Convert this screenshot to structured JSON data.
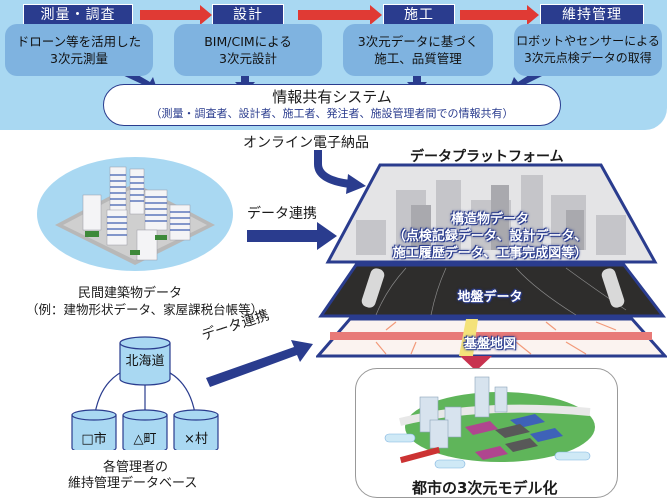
{
  "stages": [
    {
      "label": "測量・調査",
      "desc_line1": "ドローン等を活用した",
      "desc_line2": "3次元測量"
    },
    {
      "label": "設計",
      "desc_line1": "BIM/CIMによる",
      "desc_line2": "3次元設計"
    },
    {
      "label": "施工",
      "desc_line1": "3次元データに基づく",
      "desc_line2": "施工、品質管理"
    },
    {
      "label": "維持管理",
      "desc_line1": "ロボットやセンサーによる",
      "desc_line2": "3次元点検データの取得"
    }
  ],
  "info_system": {
    "title": "情報共有システム",
    "subtitle": "（測量・調査者、設計者、施工者、発注者、施設管理者間での情報共有）"
  },
  "online_delivery": "オンライン電子納品",
  "platform": {
    "title": "データプラットフォーム",
    "layers": [
      {
        "line1": "構造物データ",
        "line2": "（点検記録データ、設計データ、",
        "line3": "施工履歴データ、工事完成図等）"
      },
      {
        "line1": "地盤データ"
      },
      {
        "line1": "基盤地図"
      }
    ]
  },
  "private_buildings": {
    "title": "民間建築物データ",
    "subtitle": "（例：建物形状データ、家屋課税台帳等）",
    "link_label": "データ連携"
  },
  "databases": {
    "root": "北海道",
    "children": [
      "□市",
      "△町",
      "×村"
    ],
    "caption_line1": "各管理者の",
    "caption_line2": "維持管理データベース",
    "link_label": "データ連携"
  },
  "city_model": {
    "title": "都市の3次元モデル化"
  },
  "colors": {
    "navy": "#2a3c8e",
    "band": "#a9d8f2",
    "stage_box": "#7fb3e0",
    "red_arrow": "#e03a34",
    "down_arrow": "#c8334f"
  }
}
